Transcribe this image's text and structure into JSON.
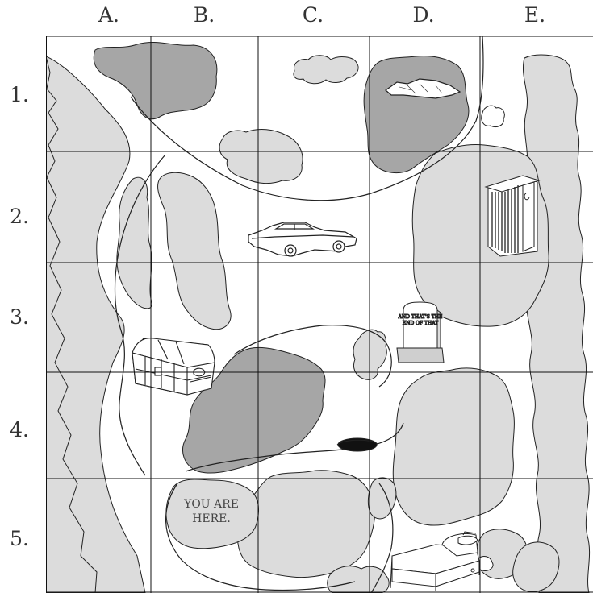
{
  "map": {
    "columns": [
      "A.",
      "B.",
      "C.",
      "D.",
      "E."
    ],
    "rows": [
      "1.",
      "2.",
      "3.",
      "4.",
      "5."
    ],
    "you_are_here": {
      "line1": "YOU ARE",
      "line2": "HERE."
    },
    "gravestone": {
      "line1": "AND THAT'S THE",
      "line2": "END OF THAT"
    },
    "colors": {
      "dark_foliage": "#a6a6a6",
      "light_foliage": "#dcdcdc",
      "line": "#222222",
      "grid": "#111111"
    },
    "landmarks": [
      "car",
      "outhouse",
      "gravestone",
      "treasure-chest",
      "hole",
      "bed",
      "rock"
    ]
  }
}
